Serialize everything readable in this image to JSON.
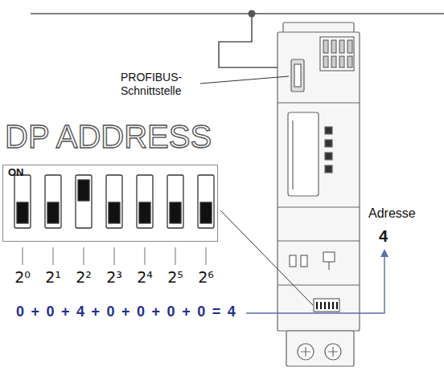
{
  "diagram": {
    "nodes": [
      {
        "text": [
          "DP ADDRESS",
          "ON"
        ]
      }
    ],
    "labels": [
      "PROFIBUS- Schnittstelle",
      "2⁰",
      "2¹",
      "2²",
      "2³",
      "2⁴",
      "2⁵",
      "2⁶",
      "0 + 0 + 4 + 0 + 0 + 0 + 0 = 4",
      "Adresse",
      "4"
    ]
  }
}
